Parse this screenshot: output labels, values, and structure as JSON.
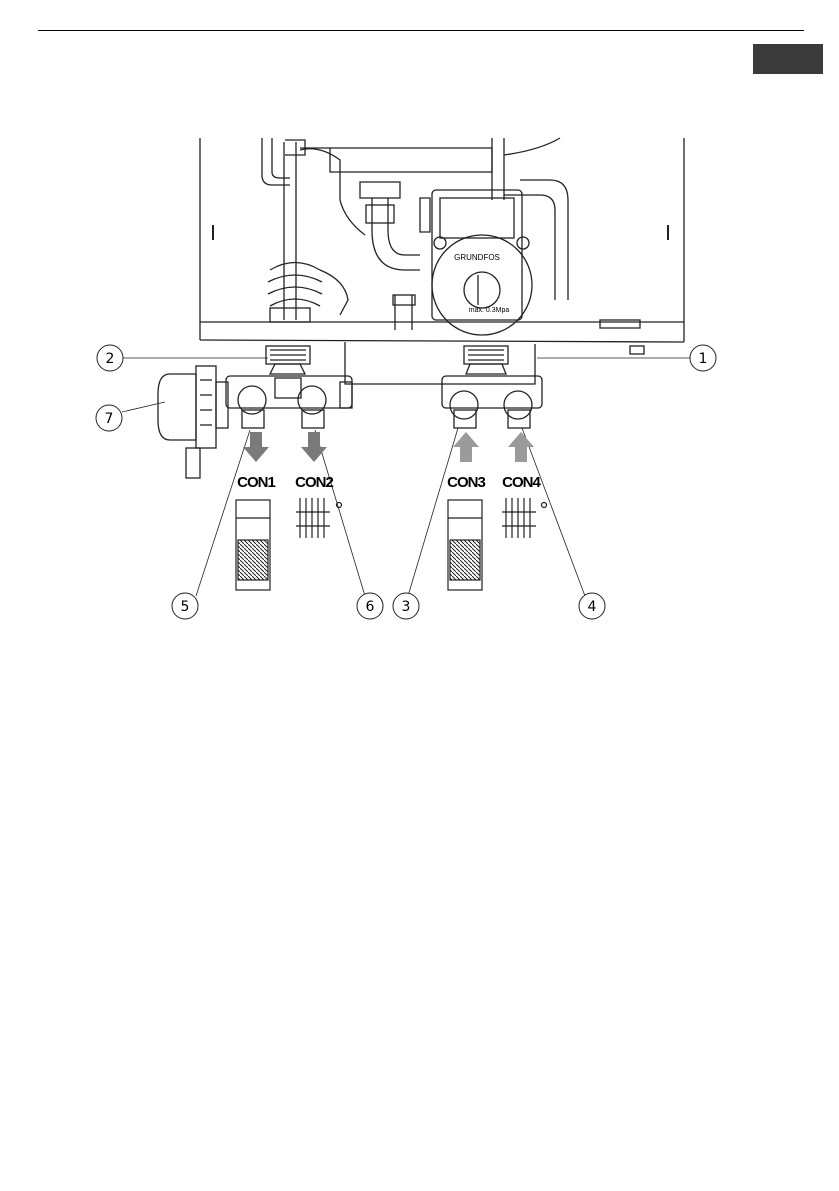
{
  "page": {
    "tab_color": "#3b3b3b"
  },
  "figure": {
    "pump_brand": "GRUNDFOS",
    "pump_rating": "max. 0.3Mpa",
    "connections": [
      {
        "label": "CON1",
        "flow": "out",
        "symbol": "radiator-panel"
      },
      {
        "label": "CON2",
        "flow": "out",
        "symbol": "floor-heating-tap"
      },
      {
        "label": "CON3",
        "flow": "in",
        "symbol": "radiator-panel"
      },
      {
        "label": "CON4",
        "flow": "in",
        "symbol": "floor-heating-tap"
      }
    ],
    "callouts": [
      "1",
      "2",
      "3",
      "4",
      "5",
      "6",
      "7"
    ],
    "arrow_out_color": "#7a7a7a",
    "arrow_in_color": "#9a9a9a"
  }
}
